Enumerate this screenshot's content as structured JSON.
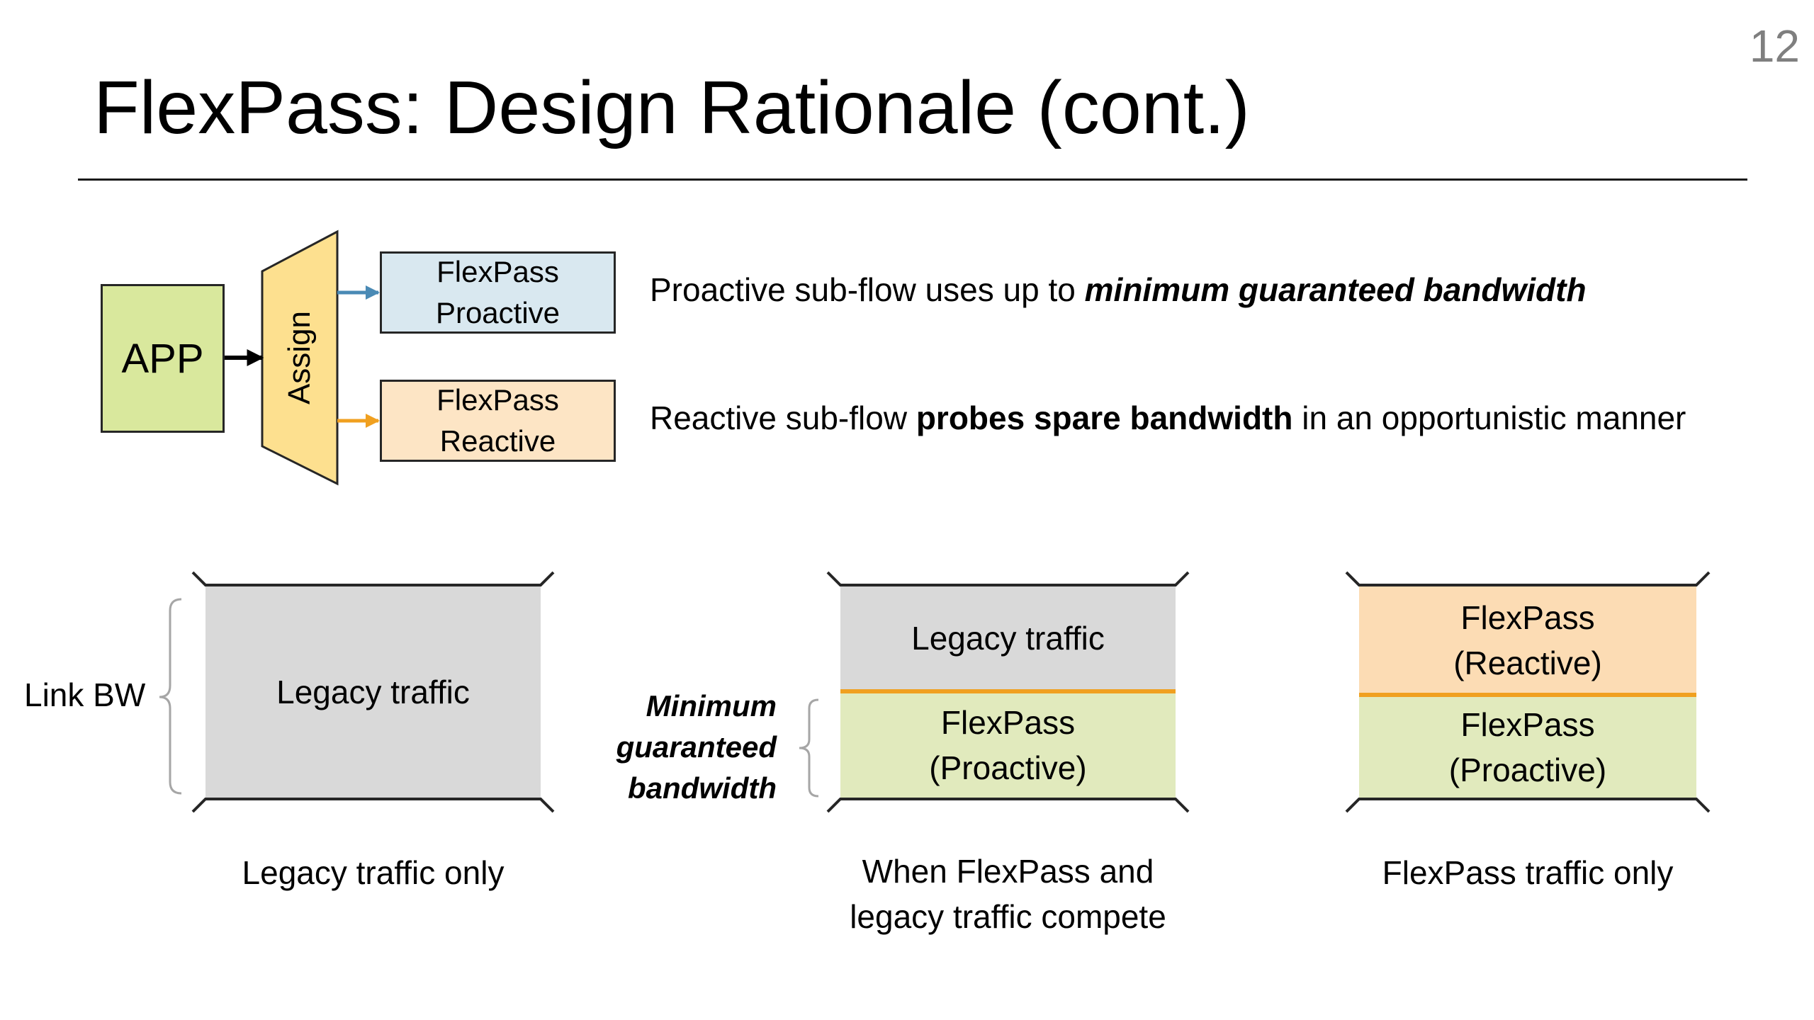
{
  "page_number": "12",
  "title": "FlexPass: Design Rationale (cont.)",
  "top_diagram": {
    "app_label": "APP",
    "assign_label": "Assign",
    "proactive_box": [
      "FlexPass",
      "Proactive"
    ],
    "reactive_box": [
      "FlexPass",
      "Reactive"
    ],
    "proactive_desc": {
      "normal": "Proactive sub-flow uses up to ",
      "emphasis": "minimum guaranteed bandwidth"
    },
    "reactive_desc": {
      "pre": "Reactive sub-flow ",
      "bold": "probes spare bandwidth",
      "post": " in an opportunistic manner"
    },
    "colors": {
      "app": "#d9e89d",
      "assign": "#fde08f",
      "proactive": "#d9e8f0",
      "reactive": "#fde5c5",
      "proactive_arrow": "#4a8ab5",
      "reactive_arrow": "#f0a020"
    }
  },
  "link_diagrams": {
    "link_bw_label": "Link BW",
    "min_guaranteed_label": [
      "Minimum",
      "guaranteed",
      "bandwidth"
    ],
    "panel1": {
      "region": "Legacy traffic",
      "caption": "Legacy traffic only"
    },
    "panel2": {
      "top_region": "Legacy traffic",
      "bottom_region": [
        "FlexPass",
        "(Proactive)"
      ],
      "caption": [
        "When FlexPass and",
        "legacy traffic compete"
      ]
    },
    "panel3": {
      "top_region": [
        "FlexPass",
        "(Reactive)"
      ],
      "bottom_region": [
        "FlexPass",
        "(Proactive)"
      ],
      "caption": "FlexPass traffic only"
    },
    "colors": {
      "legacy": "#d9d9d9",
      "proactive": "#e1eabd",
      "reactive": "#fcdcb4",
      "divider": "#f0a020"
    }
  }
}
